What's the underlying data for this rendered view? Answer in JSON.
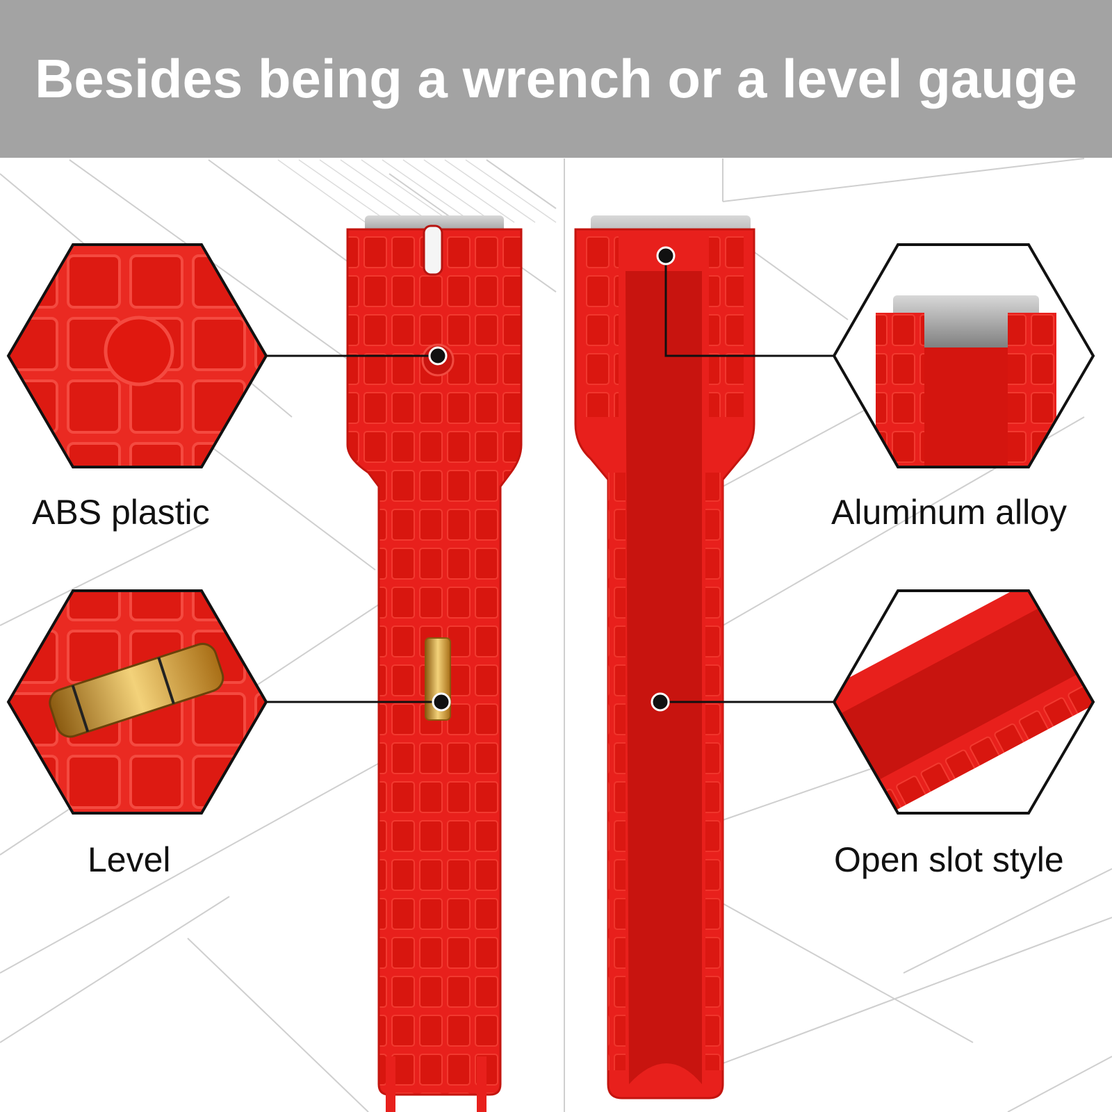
{
  "header": {
    "title": "Besides being a wrench or a level gauge"
  },
  "labels": {
    "abs": "ABS plastic",
    "level": "Level",
    "aluminum": "Aluminum alloy",
    "slot": "Open slot style"
  },
  "colors": {
    "header_bg": "#a3a3a3",
    "tool_red": "#e8201c",
    "tool_dark_red": "#b8140f",
    "aluminum": "#9a9a9a",
    "level_gold": "#d4a23a"
  }
}
